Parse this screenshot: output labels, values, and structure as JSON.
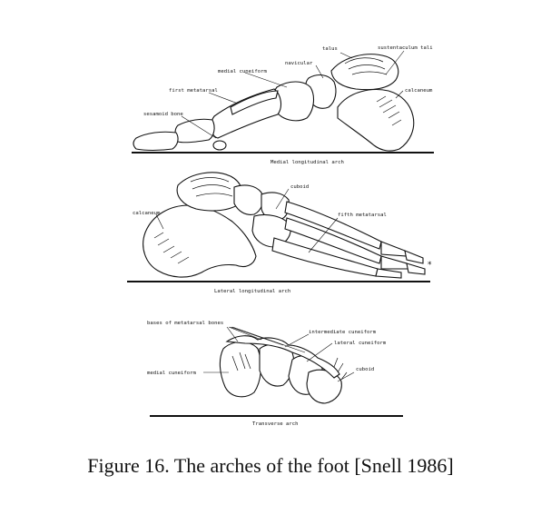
{
  "panels": {
    "medial": {
      "title": "Medial longitudinal arch",
      "labels": {
        "talus": "talus",
        "sustentaculum": "sustentaculum tali",
        "navicular": "navicular",
        "medial_cuneiform": "medial cuneiform",
        "first_metatarsal": "first metatarsal",
        "calcaneum": "calcaneum",
        "sesamoid": "sesamoid bone"
      }
    },
    "lateral": {
      "title": "Lateral longitudinal arch",
      "labels": {
        "cuboid": "cuboid",
        "calcaneum": "calcaneum",
        "fifth_metatarsal": "fifth metatarsal",
        "asterisk": "*"
      }
    },
    "transverse": {
      "title": "Transverse arch",
      "labels": {
        "bases": "bases of metatarsal bones",
        "intermediate_cuneiform": "intermediate cuneiform",
        "lateral_cuneiform": "lateral cuneiform",
        "medial_cuneiform": "medial cuneiform",
        "cuboid": "cuboid"
      }
    }
  },
  "caption": "Figure 16. The arches of the foot [Snell 1986]"
}
